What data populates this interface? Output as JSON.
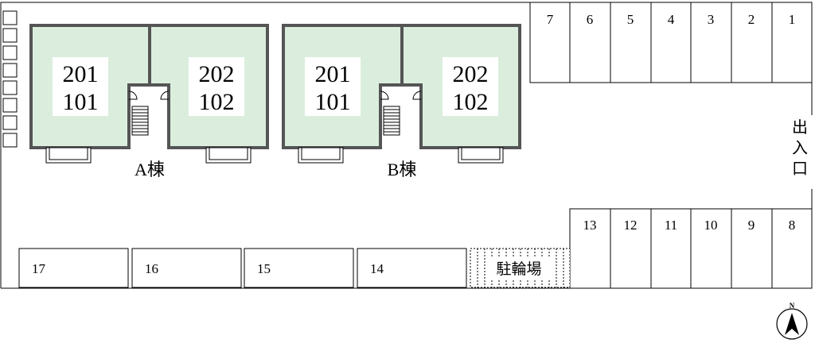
{
  "buildings": [
    {
      "label": "A棟",
      "left_unit": {
        "upper": "201",
        "lower": "101"
      },
      "right_unit": {
        "upper": "202",
        "lower": "102"
      }
    },
    {
      "label": "B棟",
      "left_unit": {
        "upper": "201",
        "lower": "101"
      },
      "right_unit": {
        "upper": "202",
        "lower": "102"
      }
    }
  ],
  "parking": {
    "top_row": [
      "7",
      "6",
      "5",
      "4",
      "3",
      "2",
      "1"
    ],
    "right_row": [
      "13",
      "12",
      "11",
      "10",
      "9",
      "8"
    ],
    "bottom_row": [
      "17",
      "16",
      "15",
      "14"
    ]
  },
  "bicycle_parking": "駐輪場",
  "entrance": [
    "出",
    "入",
    "口"
  ],
  "compass": {
    "label": "N"
  },
  "colors": {
    "room_fill": "#dbeede",
    "wall": "#555555",
    "line": "#000000"
  }
}
